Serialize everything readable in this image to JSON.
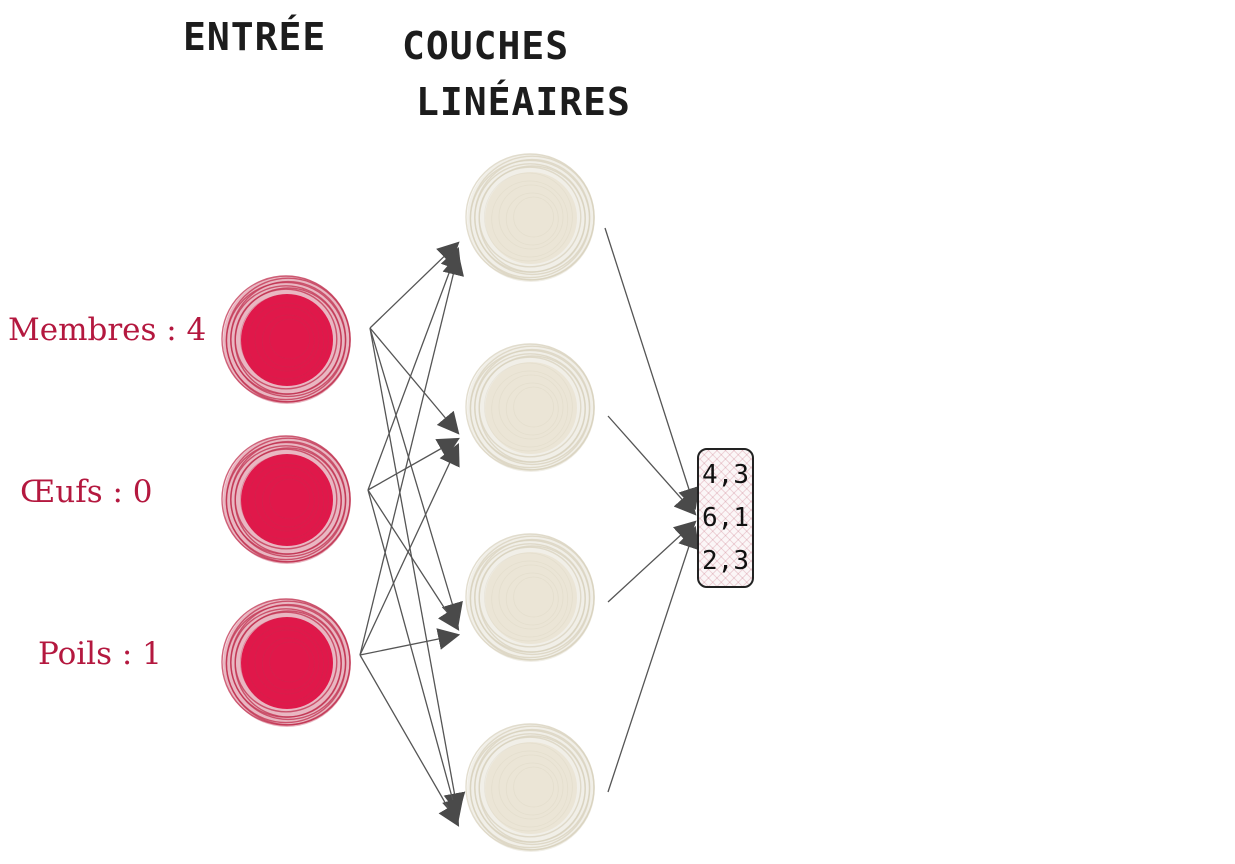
{
  "headers": {
    "input": "ENTRÉE",
    "linear_layers": [
      "COUCHES",
      "LINÉAIRES"
    ]
  },
  "inputs": [
    {
      "label": "Membres : 4"
    },
    {
      "label": "Œufs : 0"
    },
    {
      "label": "Poils : 1"
    }
  ],
  "hidden_layer": {
    "neurons": 4
  },
  "output": {
    "values": [
      "4,3",
      "6,1",
      "2,3"
    ]
  },
  "colors": {
    "input_neuron": "#e0184a",
    "input_ring": "#c0304f",
    "hidden_neuron": "#ebe5d6",
    "hidden_ring": "#d8d1be",
    "label": "#b4183f",
    "edge": "#555555",
    "arrowhead": "#4a4a4a"
  }
}
